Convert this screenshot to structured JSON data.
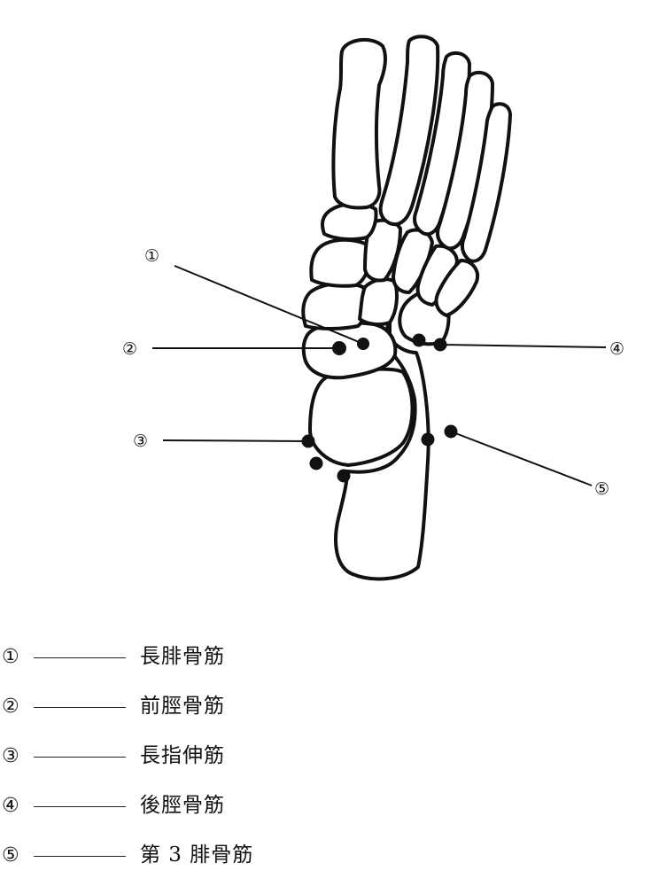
{
  "callouts": [
    {
      "num": "①"
    },
    {
      "num": "②"
    },
    {
      "num": "③"
    },
    {
      "num": "④"
    },
    {
      "num": "⑤"
    }
  ],
  "legend": [
    {
      "num": "①",
      "label": "長腓骨筋"
    },
    {
      "num": "②",
      "label": "前脛骨筋"
    },
    {
      "num": "③",
      "label": "長指伸筋"
    },
    {
      "num": "④",
      "label": "後脛骨筋"
    },
    {
      "num": "⑤",
      "label": "第 3 腓骨筋"
    }
  ]
}
